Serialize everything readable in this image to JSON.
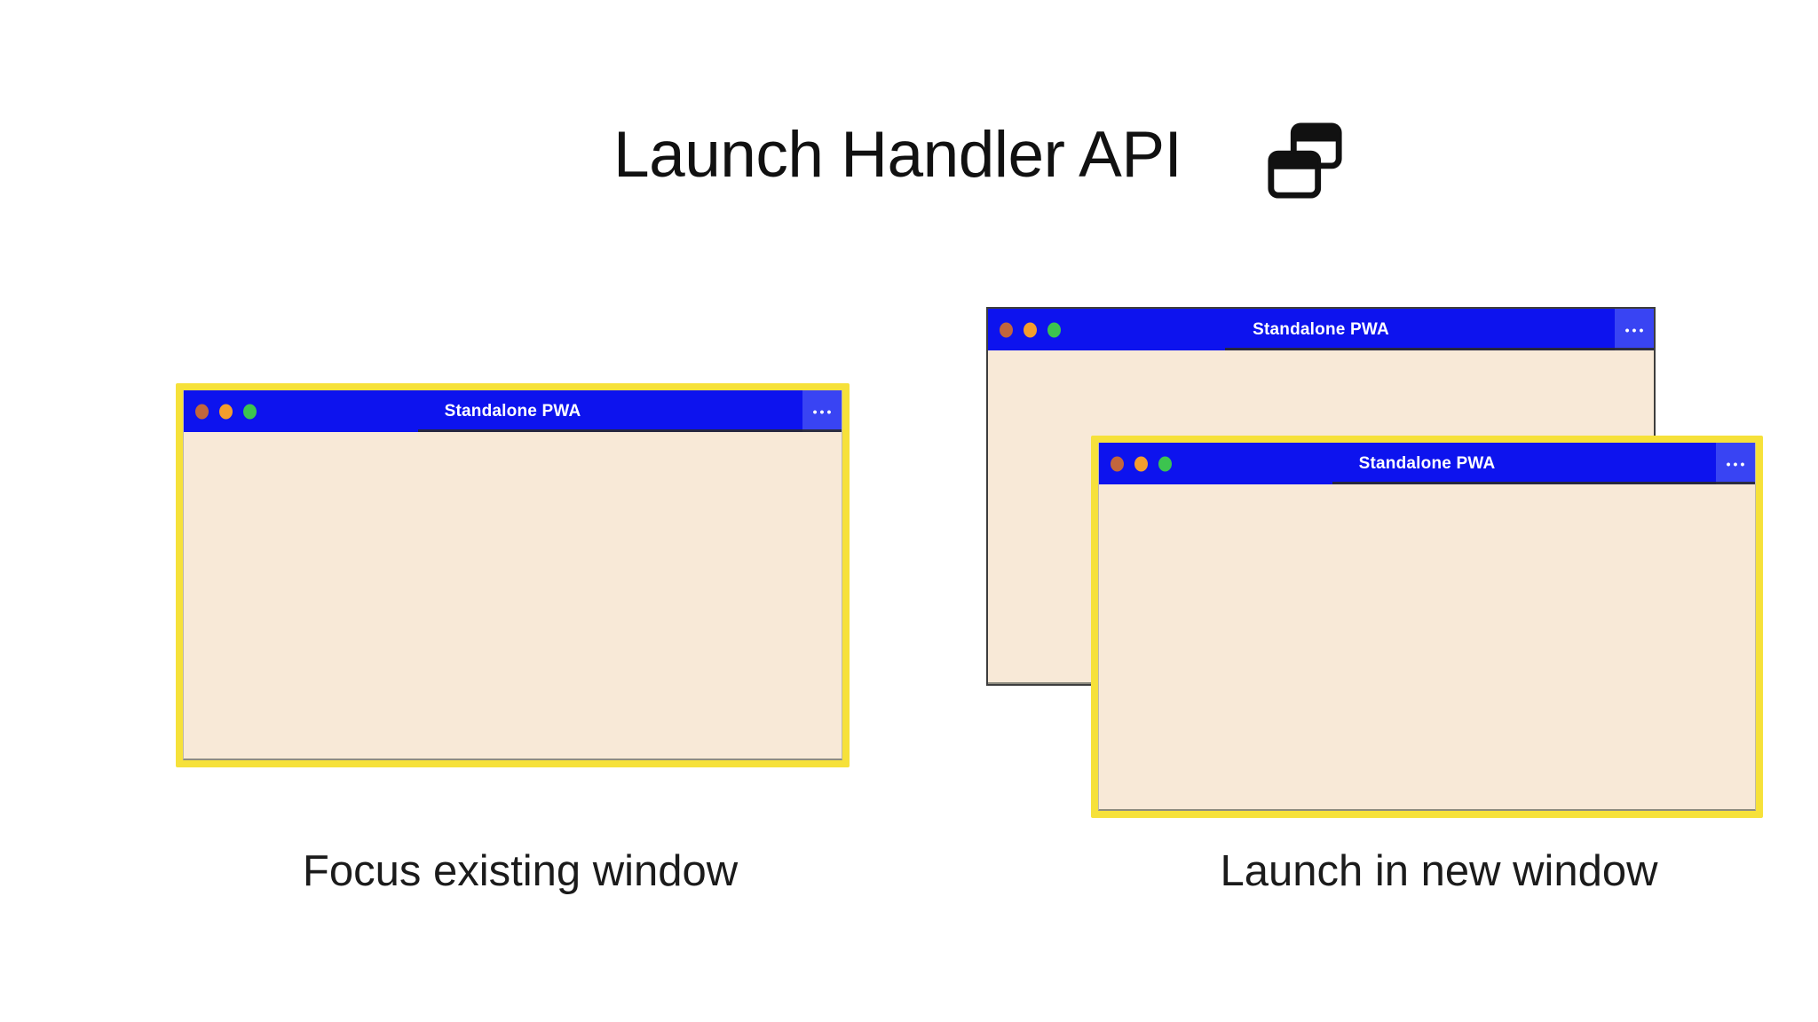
{
  "header": {
    "title": "Launch Handler API",
    "icon": "overlapping-windows"
  },
  "icons": {
    "more_options": "•••"
  },
  "colors": {
    "titlebar_blue": "#0d13ee",
    "menu_button_blue": "#3944f3",
    "window_body_cream": "#f8e9d7",
    "highlight_yellow": "#f6e13a",
    "inactive_border_gray": "#3d3d3d",
    "traffic_light_red": "#c2663c",
    "traffic_light_orange": "#f49d2c",
    "traffic_light_green": "#3cc44f",
    "titlebar_shadow": "#2a2a28",
    "window_title_text": "#ffffff",
    "heading_text": "#111111",
    "caption_text": "#1b1b1b"
  },
  "scenarios": [
    {
      "caption": "Focus existing window",
      "windows": [
        {
          "title": "Standalone PWA",
          "state": "focused"
        }
      ]
    },
    {
      "caption": "Launch in new window",
      "windows": [
        {
          "title": "Standalone PWA",
          "state": "background"
        },
        {
          "title": "Standalone PWA",
          "state": "new-focused"
        }
      ]
    }
  ]
}
